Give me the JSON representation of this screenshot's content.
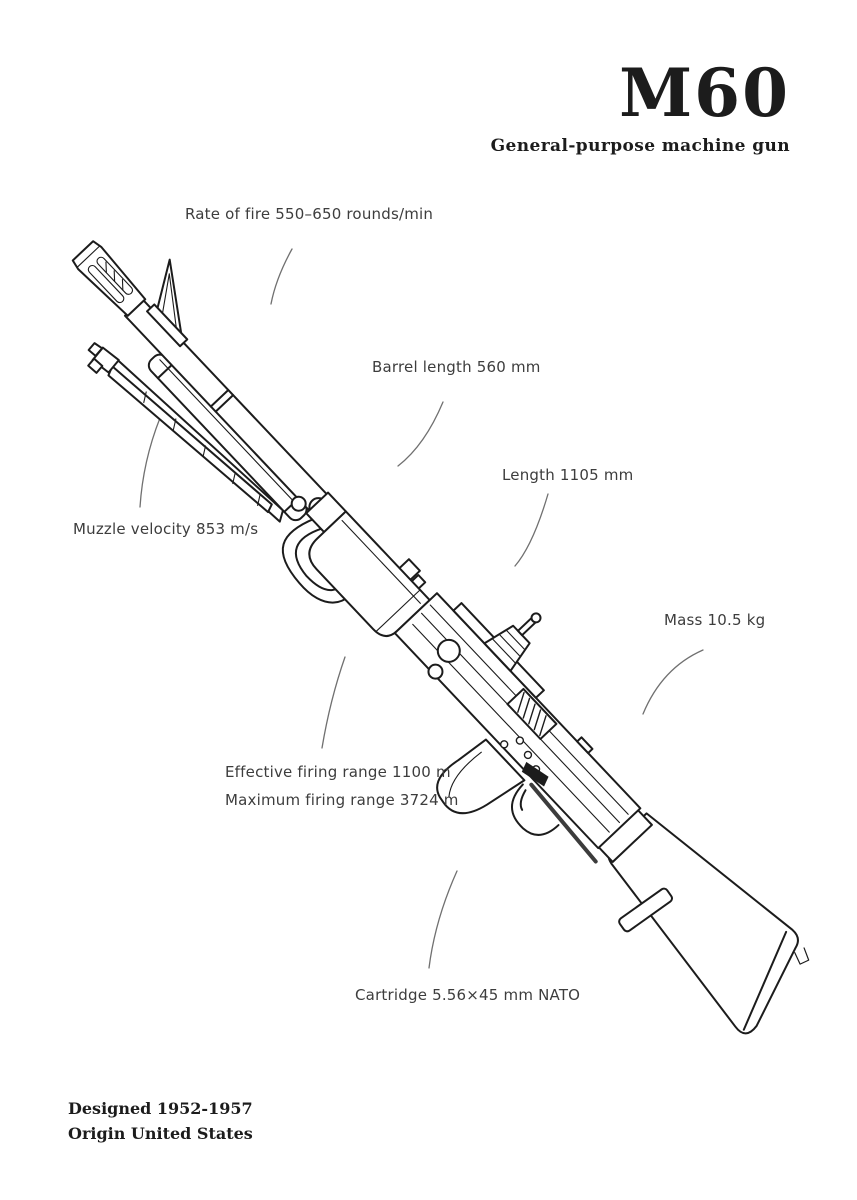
{
  "poster": {
    "title": "M60",
    "subtitle": "General-purpose machine gun",
    "specs": [
      {
        "id": "rate-of-fire",
        "label": "Rate of fire 550–650 rounds/min"
      },
      {
        "id": "barrel-length",
        "label": "Barrel length 560 mm"
      },
      {
        "id": "length",
        "label": "Length 1105 mm"
      },
      {
        "id": "muzzle-velocity",
        "label": "Muzzle velocity 853 m/s"
      },
      {
        "id": "mass",
        "label": "Mass 10.5 kg"
      },
      {
        "id": "effective-firing-range",
        "label": "Effective firing range 1100 m"
      },
      {
        "id": "maximum-firing-range",
        "label": "Maximum firing range 3724 m"
      },
      {
        "id": "cartridge",
        "label": "Cartridge 5.56×45 mm NATO"
      }
    ],
    "footer": {
      "designed": "Designed 1952-1957",
      "origin": "Origin United States"
    },
    "colors": {
      "background": "#ffffff",
      "ink": "#1c1c1c",
      "label": "#3d3d3d",
      "leader": "#707070"
    }
  }
}
